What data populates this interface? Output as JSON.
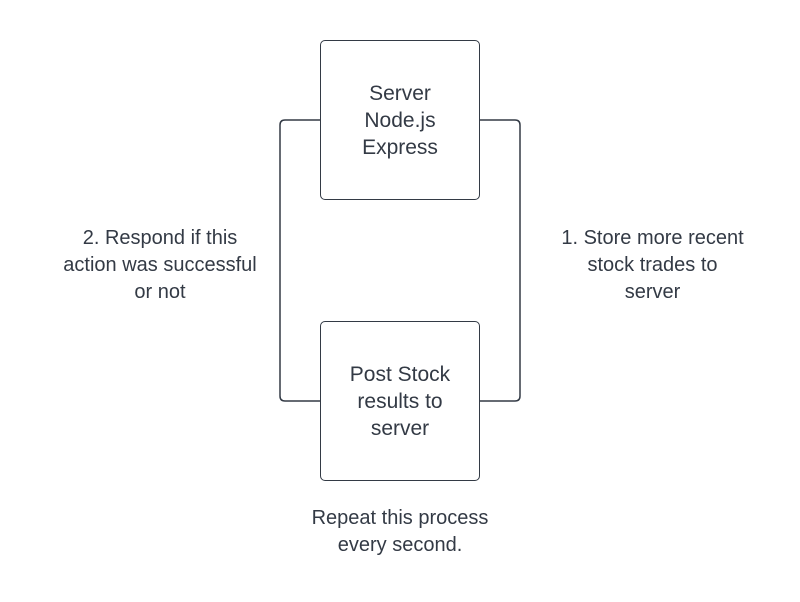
{
  "nodes": {
    "server": {
      "lines": [
        "Server",
        "Node.js",
        "Express"
      ]
    },
    "post": {
      "lines": [
        "Post Stock",
        "results to",
        "server"
      ]
    }
  },
  "edges": {
    "left": {
      "lines": [
        "2. Respond if this",
        "action was successful",
        "or not"
      ]
    },
    "right": {
      "lines": [
        "1. Store more recent",
        "stock trades to",
        "server"
      ]
    }
  },
  "footer": {
    "lines": [
      "Repeat this process",
      "every second."
    ]
  },
  "colors": {
    "stroke": "#333a45",
    "text": "#333a45",
    "background": "#ffffff"
  }
}
